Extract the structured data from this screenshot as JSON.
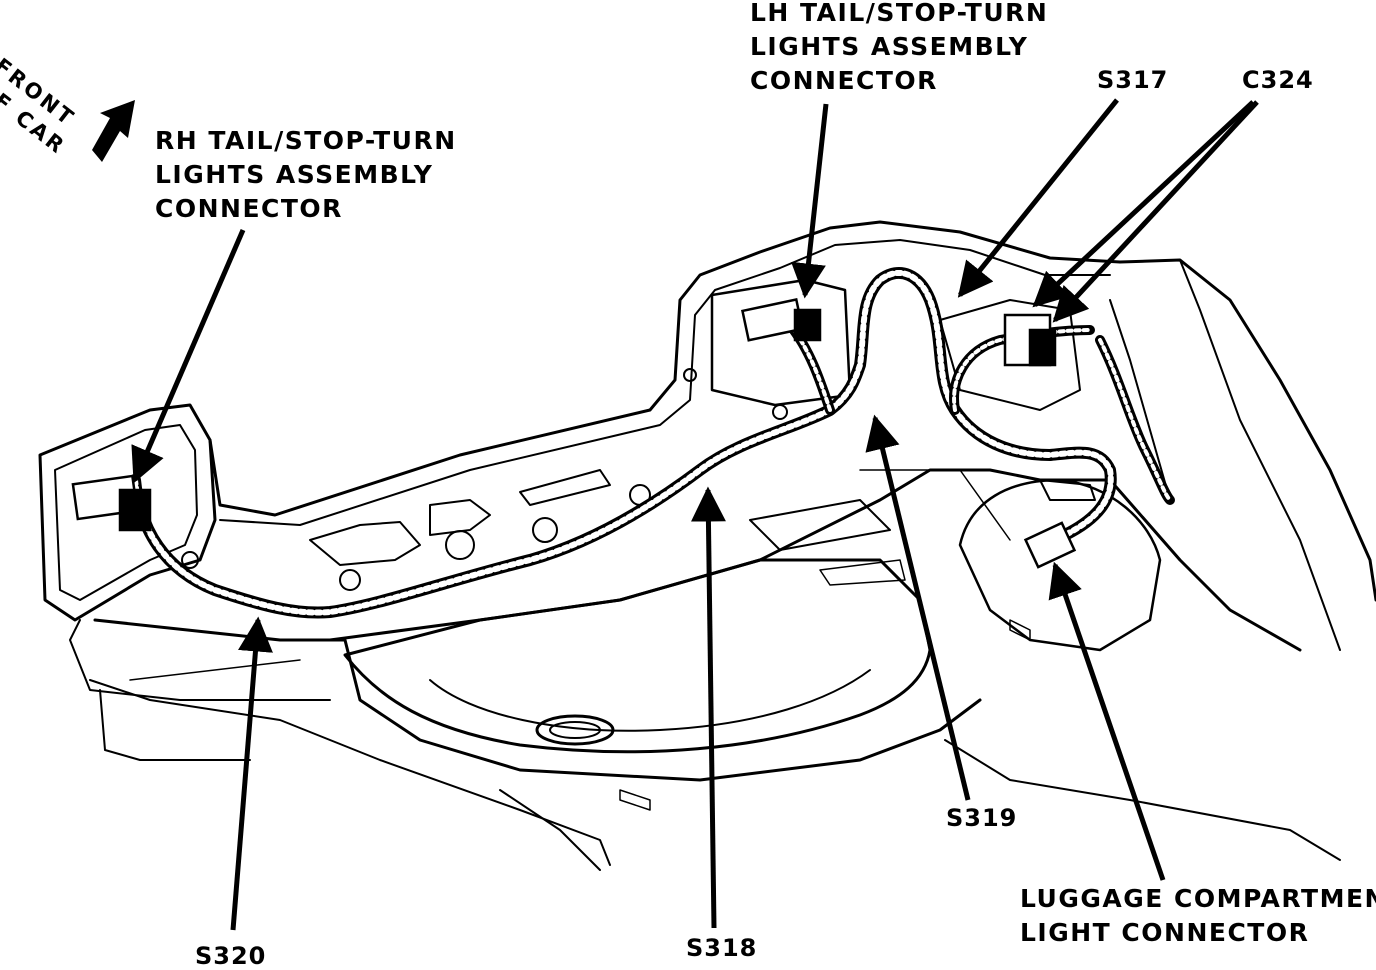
{
  "orientation": {
    "line1": "FRONT",
    "line2": "OF CAR",
    "icon": "arrow-icon"
  },
  "labels": {
    "rh_connector": [
      "RH TAIL/STOP-TURN",
      "LIGHTS ASSEMBLY",
      "CONNECTOR"
    ],
    "lh_connector": [
      "LH TAIL/STOP-TURN",
      "LIGHTS ASSEMBLY",
      "CONNECTOR"
    ],
    "s317": "S317",
    "c324": "C324",
    "s320": "S320",
    "s318": "S318",
    "s319": "S319",
    "luggage_light": [
      "LUGGAGE COMPARTMENT",
      "LIGHT CONNECTOR"
    ]
  },
  "colors": {
    "ink": "#000000",
    "paper": "#ffffff"
  }
}
